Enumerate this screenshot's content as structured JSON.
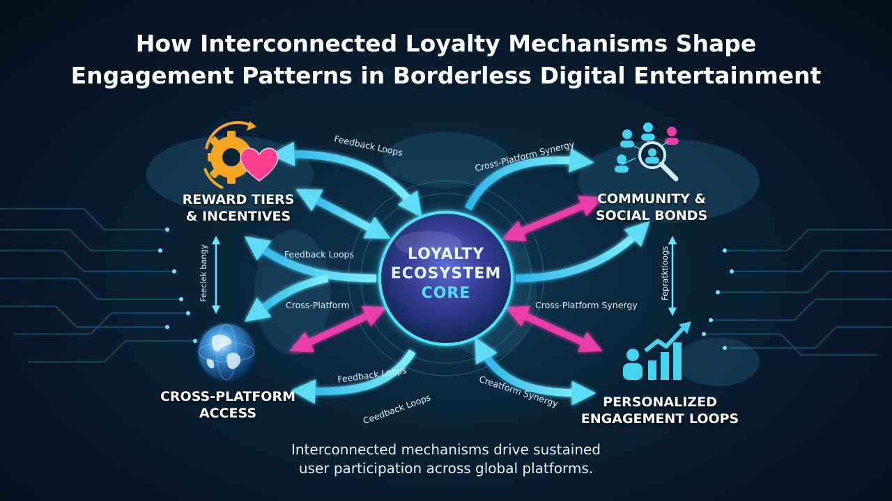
{
  "title": {
    "line1": "How Interconnected Loyalty Mechanisms Shape",
    "line2": "Engagement Patterns in Borderless Digital Entertainment"
  },
  "core": {
    "line1": "LOYALTY",
    "line2": "ECOSYSTEM",
    "line3": "CORE"
  },
  "nodes": {
    "reward": {
      "line1": "REWARD TIERS",
      "line2": "& INCENTIVES",
      "icon": "gear-heart-icon"
    },
    "community": {
      "line1": "COMMUNITY &",
      "line2": "SOCIAL BONDS",
      "icon": "people-network-icon"
    },
    "access": {
      "line1": "CROSS-PLATFORM",
      "line2": "ACCESS",
      "icon": "globe-icon"
    },
    "engagement": {
      "line1": "PERSONALIZED",
      "line2": "ENGAGEMENT LOOPS",
      "icon": "growth-chart-icon"
    }
  },
  "arrow_labels": {
    "top_left": "Feedback Loops",
    "top_right": "Cross-Platform Synergy",
    "mid_left": "Feedback Loops",
    "left_lower": "Cross-Platform",
    "right_lower": "Cross-Platform Synergy",
    "bottom_left_1": "Feedback Loops",
    "bottom_left_2": "Ceedback Loops",
    "bottom_right": "Creatform Synergy",
    "left_vertical": "Feeclek bangy",
    "right_vertical": "Fepratktloogs"
  },
  "caption": {
    "line1": "Interconnected mechanisms drive sustained",
    "line2": "user participation across global platforms."
  },
  "colors": {
    "cyan": "#46d3f2",
    "magenta": "#e93ca8",
    "core_glow": "#4fe3ff",
    "orange": "#f5a623",
    "heart": "#ff3f8e"
  }
}
